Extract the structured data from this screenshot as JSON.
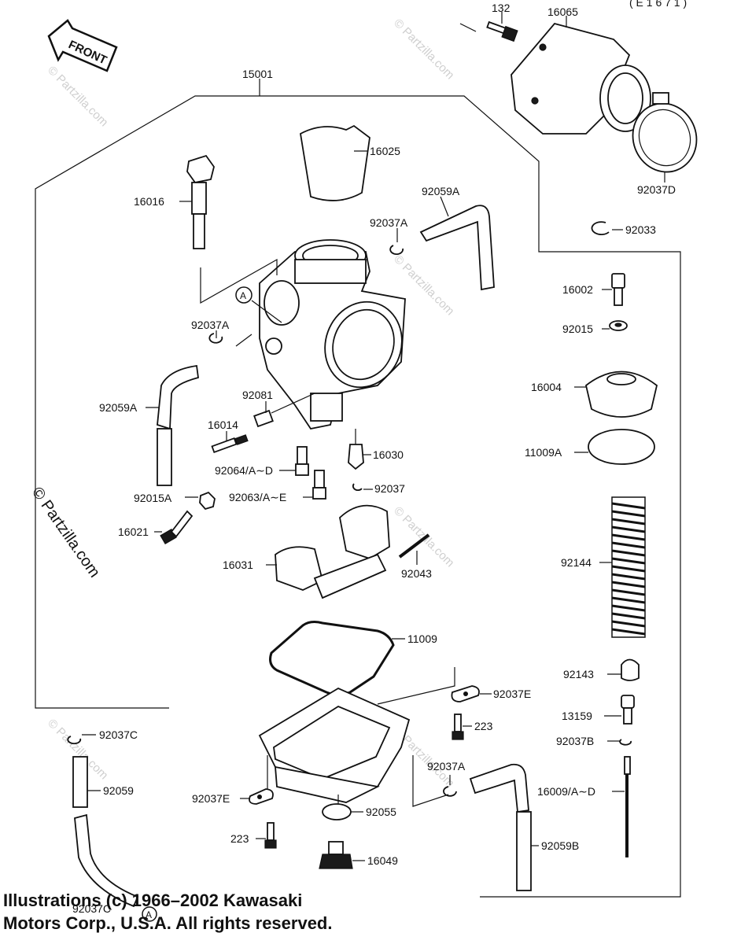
{
  "header": {
    "code": "( E 1 6 7 1 )",
    "front_label": "FRONT"
  },
  "labels": [
    {
      "key": "p132",
      "text": "132"
    },
    {
      "key": "p16065",
      "text": "16065"
    },
    {
      "key": "p15001",
      "text": "15001"
    },
    {
      "key": "p16025",
      "text": "16025"
    },
    {
      "key": "p16016",
      "text": "16016"
    },
    {
      "key": "p92059A_top",
      "text": "92059A"
    },
    {
      "key": "p92037A_top",
      "text": "92037A"
    },
    {
      "key": "p92037D",
      "text": "92037D"
    },
    {
      "key": "p92033",
      "text": "92033"
    },
    {
      "key": "p16002",
      "text": "16002"
    },
    {
      "key": "p92015",
      "text": "92015"
    },
    {
      "key": "p16004",
      "text": "16004"
    },
    {
      "key": "p11009A",
      "text": "11009A"
    },
    {
      "key": "p92144",
      "text": "92144"
    },
    {
      "key": "p92143",
      "text": "92143"
    },
    {
      "key": "p13159",
      "text": "13159"
    },
    {
      "key": "p92037B",
      "text": "92037B"
    },
    {
      "key": "p16009",
      "text": "16009/A∼D"
    },
    {
      "key": "p92059B",
      "text": "92059B"
    },
    {
      "key": "p92037A_left",
      "text": "92037A"
    },
    {
      "key": "p92081",
      "text": "92081"
    },
    {
      "key": "p92059A_left",
      "text": "92059A"
    },
    {
      "key": "p16014",
      "text": "16014"
    },
    {
      "key": "p16030",
      "text": "16030"
    },
    {
      "key": "p92064",
      "text": "92064/A∼D"
    },
    {
      "key": "p92063",
      "text": "92063/A∼E"
    },
    {
      "key": "p92037",
      "text": "92037"
    },
    {
      "key": "p92015A",
      "text": "92015A"
    },
    {
      "key": "p16021",
      "text": "16021"
    },
    {
      "key": "p16031",
      "text": "16031"
    },
    {
      "key": "p92043",
      "text": "92043"
    },
    {
      "key": "p11009",
      "text": "11009"
    },
    {
      "key": "p92037E_right",
      "text": "92037E"
    },
    {
      "key": "p223_right",
      "text": "223"
    },
    {
      "key": "p92037A_bottom",
      "text": "92037A"
    },
    {
      "key": "p92037C_top",
      "text": "92037C"
    },
    {
      "key": "p92059",
      "text": "92059"
    },
    {
      "key": "p92037E_left",
      "text": "92037E"
    },
    {
      "key": "p92055",
      "text": "92055"
    },
    {
      "key": "p223_left",
      "text": "223"
    },
    {
      "key": "p16049",
      "text": "16049"
    },
    {
      "key": "p92037C_bottom",
      "text": "92037C"
    },
    {
      "key": "refA_main",
      "text": "A"
    },
    {
      "key": "refA_bottom",
      "text": "A"
    }
  ],
  "watermarks": [
    "© Partzilla.com"
  ],
  "copyright": {
    "line1": "Illustrations (c) 1966–2002 Kawasaki",
    "line2": "Motors Corp., U.S.A.  All rights reserved."
  }
}
